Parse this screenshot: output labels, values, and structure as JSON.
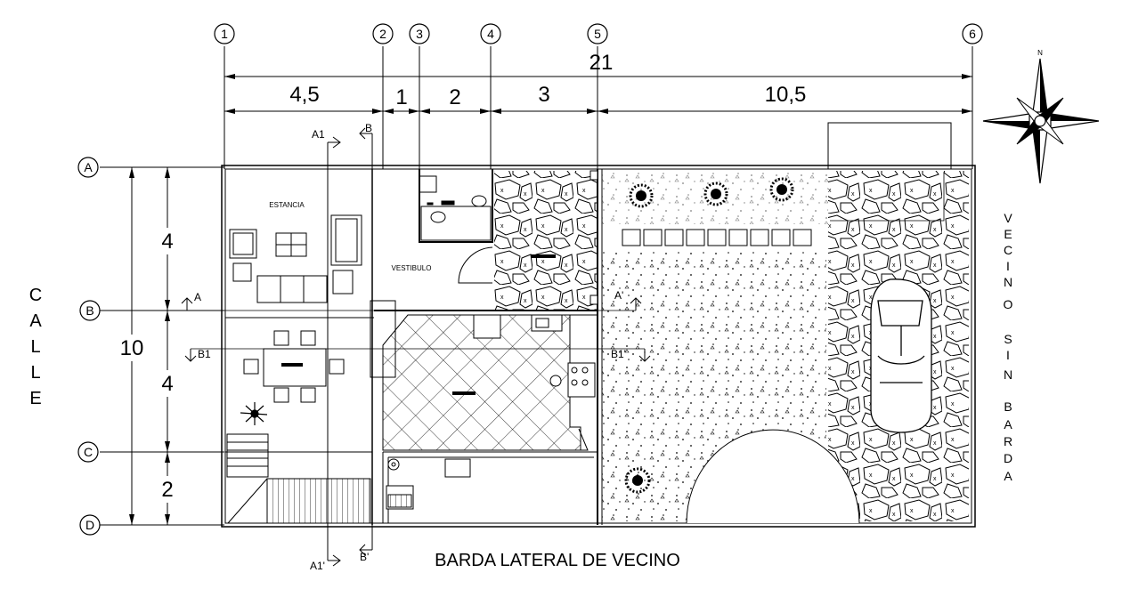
{
  "grid": {
    "columns": [
      "1",
      "2",
      "3",
      "4",
      "5",
      "6"
    ],
    "rows": [
      "A",
      "B",
      "C",
      "D"
    ]
  },
  "dimensions": {
    "total_horizontal": "21",
    "horizontal": [
      "4,5",
      "1",
      "2",
      "3",
      "10,5"
    ],
    "total_vertical": "10",
    "vertical": [
      "4",
      "4",
      "2"
    ]
  },
  "labels": {
    "street": [
      "C",
      "A",
      "L",
      "L",
      "E"
    ],
    "neighbor": [
      "V",
      "E",
      "C",
      "I",
      "N",
      "O",
      "S",
      "I",
      "N",
      "B",
      "A",
      "R",
      "D",
      "A"
    ],
    "side_wall": "BARDA LATERAL DE VECINO",
    "estancia": "ESTANCIA",
    "vestibulo": "VESTIBULO"
  },
  "section_marks": {
    "a1_top": "A1",
    "b_top": "B",
    "a_left": "A",
    "a_right": "A'",
    "b1_left": "B1",
    "b1_right": "B1'",
    "a1_bottom": "A1'",
    "b_bottom": "B'"
  },
  "compass": {
    "north": "N"
  }
}
